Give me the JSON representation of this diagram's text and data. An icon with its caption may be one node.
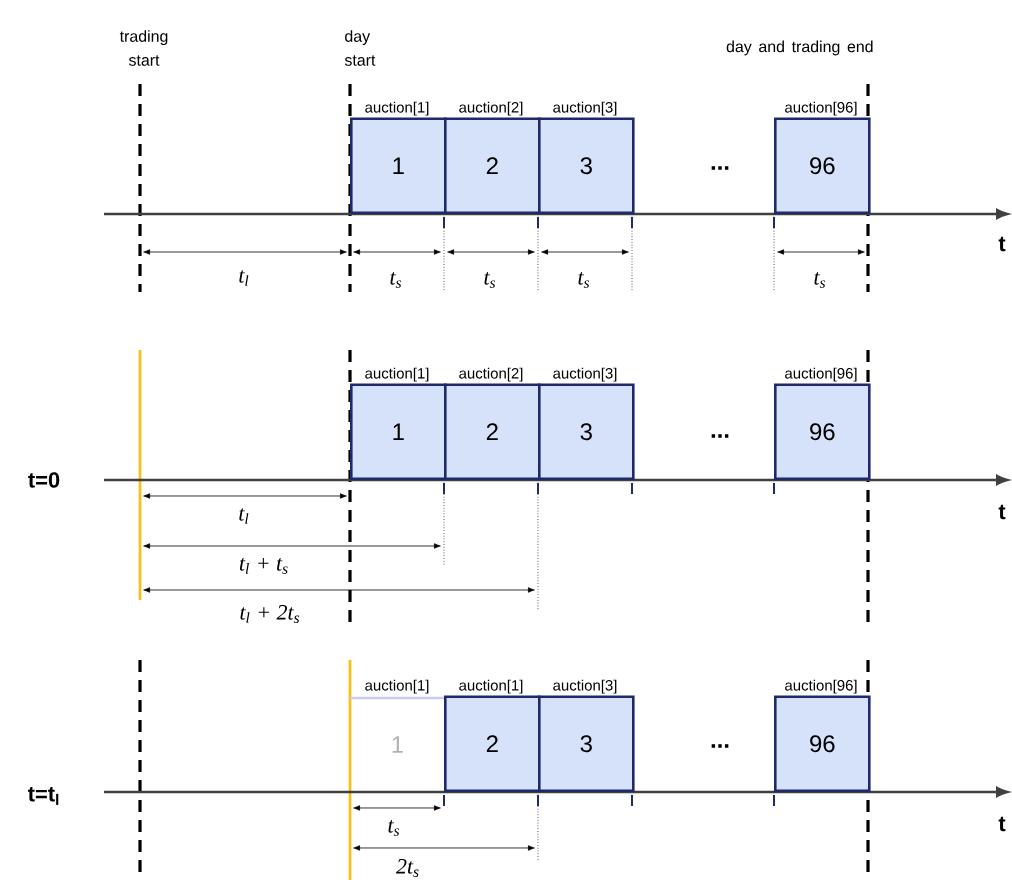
{
  "diagram": {
    "nodes": [
      {
        "text": [
          "auction[1]",
          "1"
        ]
      },
      {
        "text": [
          "auction[2]",
          "2"
        ]
      },
      {
        "text": [
          "auction[3]",
          "3"
        ]
      },
      {
        "text": [
          "auction[96]",
          "96"
        ]
      },
      {
        "text": [
          "auction[1]",
          "1"
        ]
      },
      {
        "text": [
          "auction[2]",
          "2"
        ]
      },
      {
        "text": [
          "auction[3]",
          "3"
        ]
      },
      {
        "text": [
          "auction[96]",
          "96"
        ]
      },
      {
        "text": [
          "auction[1]",
          "1"
        ]
      },
      {
        "text": [
          "auction[1]",
          "2"
        ]
      },
      {
        "text": [
          "auction[3]",
          "3"
        ]
      },
      {
        "text": [
          "auction[96]",
          "96"
        ]
      }
    ],
    "labels": [
      "trading start",
      "day start",
      "day and trading end",
      "...",
      "t",
      "t$_{l}$",
      "t$_{s}$",
      "t$_{s}$",
      "t$_{s}$",
      "t$_{s}$",
      "t=0",
      "...",
      "t$_{l}$",
      "t",
      "t$_{l}$ + t$_{s}$",
      "t$_{l}$ + 2t$_{s}$",
      "t=t$_{l}$",
      "...",
      "t$_{s}$",
      "t",
      "2t$_{s}$"
    ]
  }
}
